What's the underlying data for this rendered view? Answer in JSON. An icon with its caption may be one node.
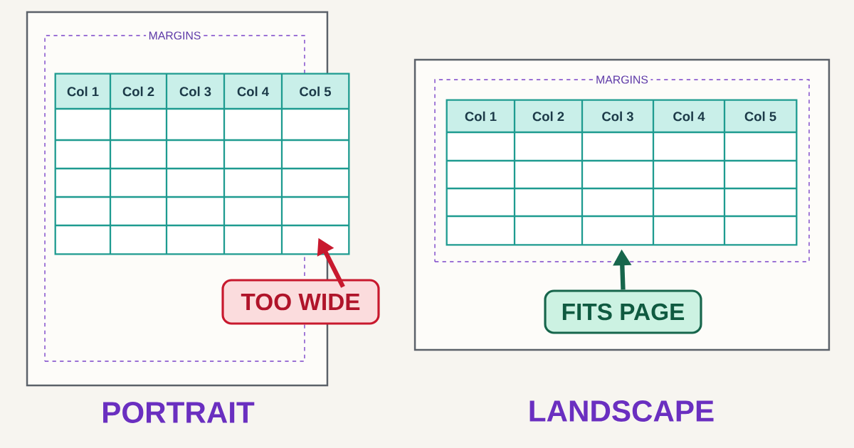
{
  "diagram": {
    "nodes": [
      {
        "text": [
          "PORTRAIT"
        ]
      },
      {
        "text": [
          "MARGINS"
        ],
        "in": 0
      },
      {
        "text": [
          "Col 1",
          "Col 2",
          "Col 3",
          "Col 4",
          "Col 5"
        ]
      },
      {
        "text": [
          "TOO WIDE"
        ]
      },
      {
        "text": [
          "LANDSCAPE"
        ]
      },
      {
        "text": [
          "MARGINS"
        ],
        "in": 4
      },
      {
        "text": [
          "Col 1",
          "Col 2",
          "Col 3",
          "Col 4",
          "Col 5"
        ],
        "in": 5
      },
      {
        "text": [
          "FITS PAGE"
        ],
        "in": 4
      }
    ],
    "edges": [
      {
        "from": 3,
        "to": 2,
        "arrow": "to",
        "color": "#c8192e"
      },
      {
        "from": 7,
        "to": 6,
        "arrow": "to",
        "color": "#17664c"
      }
    ]
  }
}
